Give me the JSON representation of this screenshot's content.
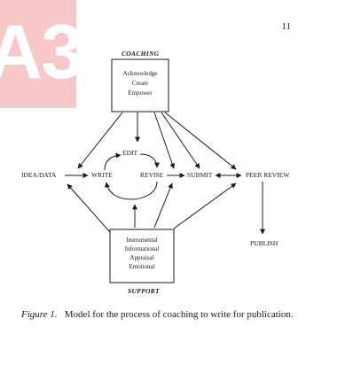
{
  "logo": {
    "text": "A3"
  },
  "page_number": "11",
  "coaching": {
    "heading": "COACHING",
    "items": [
      "Acknowledge",
      "Create",
      "Empower"
    ]
  },
  "support": {
    "heading": "SUPPORT",
    "items": [
      "Instrumental",
      "Informational",
      "Appraisal",
      "Emotional"
    ]
  },
  "nodes": {
    "idea": "IDEA/DATA",
    "write": "WRITE",
    "edit": "EDIT",
    "revise": "REVISE",
    "submit": "SUBMIT",
    "peer_review": "PEER REVIEW",
    "publish": "PUBLISH"
  },
  "caption": {
    "label": "Figure 1.",
    "text": "Model for the process of coaching to write for publication."
  }
}
